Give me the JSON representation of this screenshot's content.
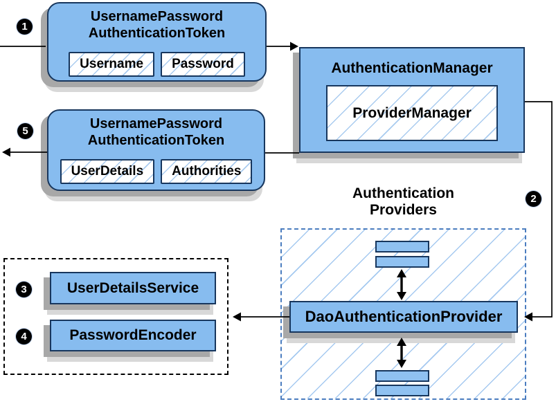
{
  "steps": {
    "one": "1",
    "two": "2",
    "three": "3",
    "four": "4",
    "five": "5"
  },
  "request_token": {
    "title_line1": "UsernamePassword",
    "title_line2": "AuthenticationToken",
    "fields": [
      "Username",
      "Password"
    ]
  },
  "authentication_manager": {
    "title": "AuthenticationManager",
    "inner": "ProviderManager"
  },
  "response_token": {
    "title_line1": "UsernamePassword",
    "title_line2": "AuthenticationToken",
    "fields": [
      "UserDetails",
      "Authorities"
    ]
  },
  "providers_group": {
    "label_line1": "Authentication",
    "label_line2": "Providers",
    "main_provider": "DaoAuthenticationProvider"
  },
  "dao_dependencies": {
    "items": [
      "UserDetailsService",
      "PasswordEncoder"
    ]
  },
  "colors": {
    "box_fill": "#87BCEF",
    "box_border": "#17365D",
    "hatch_line": "#A9CBEF",
    "providers_dash": "#4A7CBF",
    "group_dash": "#000000",
    "connector": "#000000",
    "shadow_dark": "#A8A8A8",
    "shadow_light": "#D8D8D8",
    "badge_bg": "#000000",
    "badge_text": "#FFFFFF"
  }
}
